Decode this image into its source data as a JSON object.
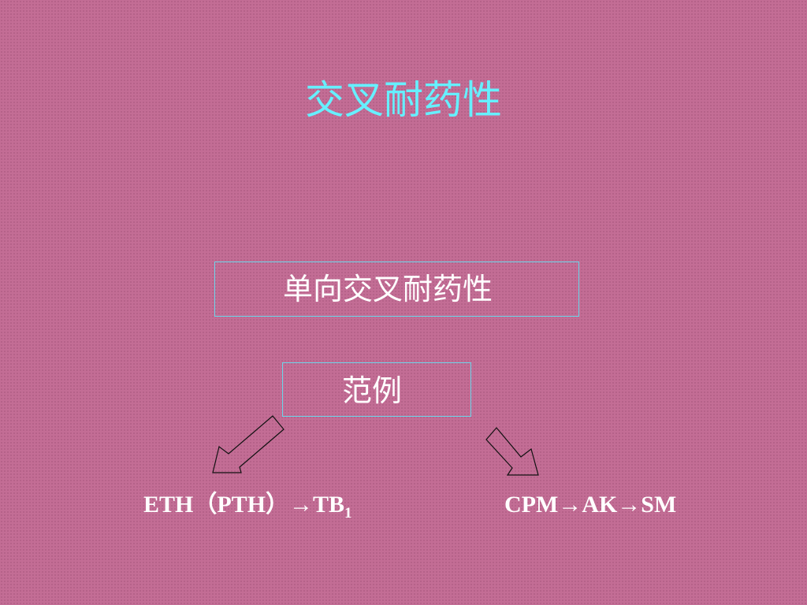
{
  "slide": {
    "title": "交叉耐药性",
    "box_one_way": "单向交叉耐药性",
    "box_example": "范例",
    "left_formula": {
      "text": "ETH（PTH）→TB",
      "subscript": "1"
    },
    "right_formula": "CPM→AK→SM"
  },
  "colors": {
    "background": "#c36d95",
    "title": "#66f0ff",
    "box_border": "#6bd6ea",
    "text": "#ffffff"
  }
}
